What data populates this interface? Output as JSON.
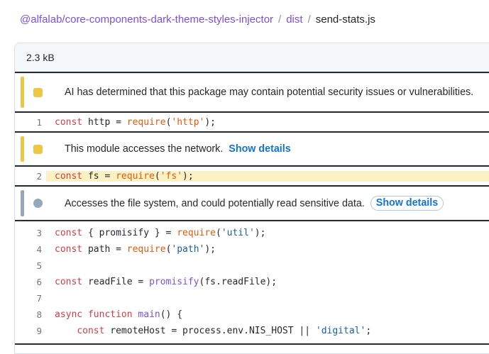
{
  "breadcrumb": {
    "package": "@alfalab/core-components-dark-theme-styles-injector",
    "separator": "/",
    "directory": "dist",
    "file": "send-stats.js"
  },
  "file_header": {
    "size": "2.3 kB"
  },
  "alerts": [
    {
      "severity": "warning",
      "icon": "square-icon",
      "text": "AI has determined that this package may contain potential security issues or vulnerabilities."
    },
    {
      "severity": "warning",
      "icon": "square-icon",
      "text": "This module accesses the network.",
      "link_label": "Show details"
    },
    {
      "severity": "info",
      "icon": "circle-icon",
      "text": "Accesses the file system, and could potentially read sensitive data.",
      "button_label": "Show details"
    }
  ],
  "colors": {
    "breadcrumb_link": "#7d4fe0",
    "details_link": "#1373cf",
    "warning_yellow": "#eec643",
    "info_gray_blue": "#95a7bb",
    "line_highlight": "#fcf1c2",
    "keyword": "#d93b46",
    "builtin": "#e8590c",
    "string": "#1761a8",
    "flagged_string": "#e8590c",
    "function_name": "#8250df",
    "dark_separator": "#272c33"
  },
  "code": {
    "lines": [
      {
        "number": "1",
        "highlight": false,
        "tokens": [
          {
            "t": "keyword",
            "v": "const"
          },
          {
            "t": "plain",
            "v": " http = "
          },
          {
            "t": "builtin",
            "v": "require"
          },
          {
            "t": "plain",
            "v": "("
          },
          {
            "t": "string-flagged",
            "v": "'http'"
          },
          {
            "t": "plain",
            "v": ");"
          }
        ]
      },
      {
        "number": "2",
        "highlight": true,
        "tokens": [
          {
            "t": "keyword",
            "v": "const"
          },
          {
            "t": "plain",
            "v": " fs = "
          },
          {
            "t": "builtin",
            "v": "require"
          },
          {
            "t": "plain",
            "v": "("
          },
          {
            "t": "string-flagged",
            "v": "'fs'"
          },
          {
            "t": "plain",
            "v": ");"
          }
        ]
      },
      {
        "number": "3",
        "highlight": false,
        "tokens": [
          {
            "t": "keyword",
            "v": "const"
          },
          {
            "t": "plain",
            "v": " { promisify } = "
          },
          {
            "t": "builtin",
            "v": "require"
          },
          {
            "t": "plain",
            "v": "("
          },
          {
            "t": "string",
            "v": "'util'"
          },
          {
            "t": "plain",
            "v": ");"
          }
        ]
      },
      {
        "number": "4",
        "highlight": false,
        "tokens": [
          {
            "t": "keyword",
            "v": "const"
          },
          {
            "t": "plain",
            "v": " path = "
          },
          {
            "t": "builtin",
            "v": "require"
          },
          {
            "t": "plain",
            "v": "("
          },
          {
            "t": "string",
            "v": "'path'"
          },
          {
            "t": "plain",
            "v": ");"
          }
        ]
      },
      {
        "number": "5",
        "highlight": false,
        "tokens": []
      },
      {
        "number": "6",
        "highlight": false,
        "tokens": [
          {
            "t": "keyword",
            "v": "const"
          },
          {
            "t": "plain",
            "v": " readFile = "
          },
          {
            "t": "function",
            "v": "promisify"
          },
          {
            "t": "plain",
            "v": "(fs.readFile);"
          }
        ]
      },
      {
        "number": "7",
        "highlight": false,
        "tokens": []
      },
      {
        "number": "8",
        "highlight": false,
        "tokens": [
          {
            "t": "keyword",
            "v": "async"
          },
          {
            "t": "plain",
            "v": " "
          },
          {
            "t": "keyword",
            "v": "function"
          },
          {
            "t": "plain",
            "v": " "
          },
          {
            "t": "function",
            "v": "main"
          },
          {
            "t": "plain",
            "v": "() {"
          }
        ]
      },
      {
        "number": "9",
        "highlight": false,
        "tokens": [
          {
            "t": "plain",
            "v": "    "
          },
          {
            "t": "keyword",
            "v": "const"
          },
          {
            "t": "plain",
            "v": " remoteHost = process.env.NIS_HOST || "
          },
          {
            "t": "string",
            "v": "'digital'"
          },
          {
            "t": "plain",
            "v": ";"
          }
        ]
      }
    ]
  }
}
